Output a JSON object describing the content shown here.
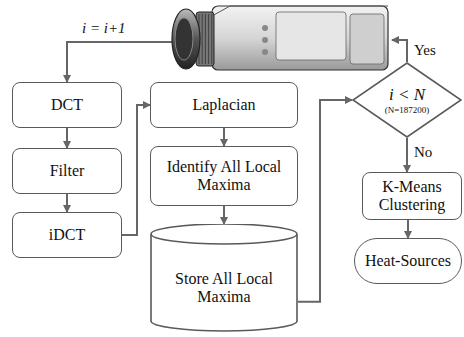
{
  "diagram": {
    "nodes": [
      {
        "text": [
          "DCT"
        ]
      },
      {
        "text": [
          "Filter"
        ]
      },
      {
        "text": [
          "iDCT"
        ]
      },
      {
        "text": [
          "Laplacian"
        ]
      },
      {
        "text": [
          "Identify All Local Maxima"
        ]
      },
      {
        "text": [
          "Store All Local Maxima"
        ]
      },
      {
        "text": [
          "i < N",
          "(N=187200)"
        ]
      },
      {
        "text": [
          "K-Means Clustering"
        ]
      },
      {
        "text": [
          "Heat-Sources"
        ]
      }
    ],
    "edges": [
      {
        "from": 0,
        "to": 1,
        "arrow": "to"
      },
      {
        "from": 1,
        "to": 2,
        "arrow": "to"
      },
      {
        "from": 2,
        "to": 3,
        "arrow": "to"
      },
      {
        "from": 3,
        "to": 4,
        "arrow": "to"
      },
      {
        "from": 4,
        "to": 5,
        "arrow": "to"
      },
      {
        "from": 5,
        "to": 6,
        "arrow": "to"
      },
      {
        "from": 6,
        "to": 0,
        "label": "Yes",
        "arrow": "to"
      },
      {
        "from": 6,
        "to": 7,
        "label": "No",
        "arrow": "to"
      },
      {
        "from": 7,
        "to": 8,
        "arrow": "to"
      }
    ],
    "labels": [
      "i = i+1"
    ]
  }
}
